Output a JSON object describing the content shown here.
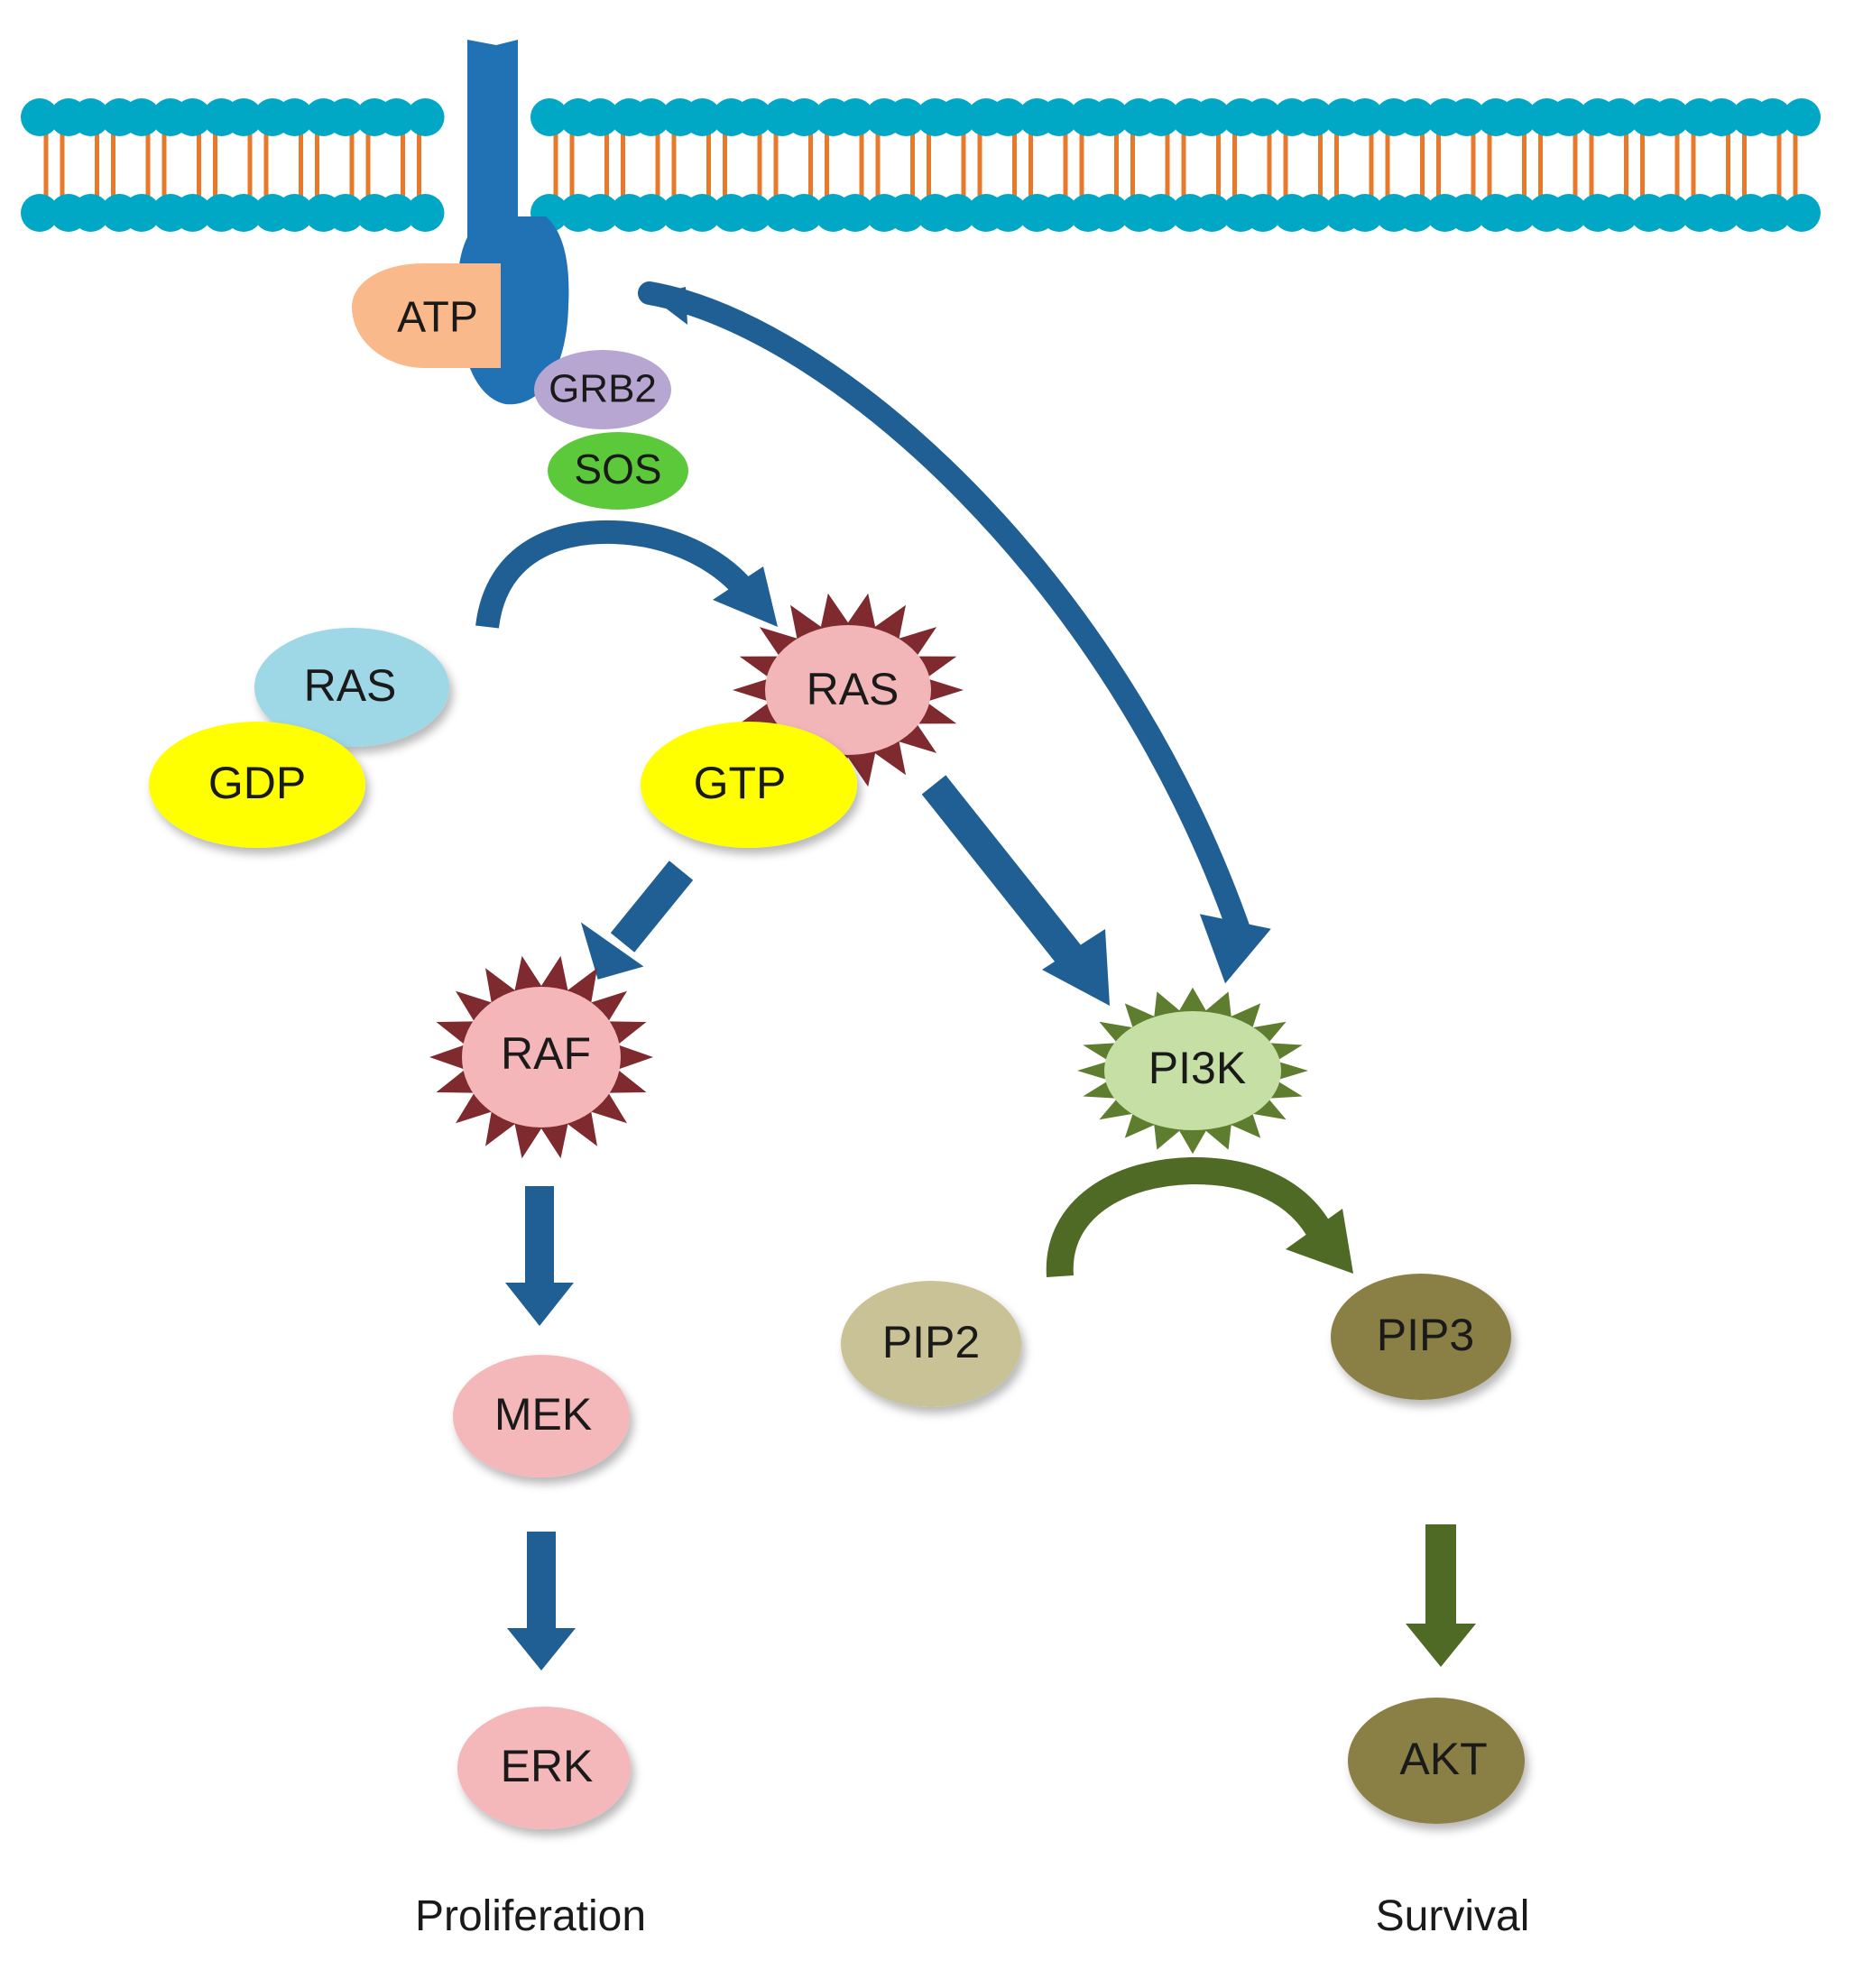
{
  "nodes": {
    "atp": "ATP",
    "grb2": "GRB2",
    "sos": "SOS",
    "ras_inactive": "RAS",
    "gdp": "GDP",
    "ras_active": "RAS",
    "gtp": "GTP",
    "raf": "RAF",
    "pi3k": "PI3K",
    "mek": "MEK",
    "erk": "ERK",
    "pip2": "PIP2",
    "pip3": "PIP3",
    "akt": "AKT"
  },
  "outcomes": {
    "left": "Proliferation",
    "right": "Survival"
  },
  "colors": {
    "membrane_head": "#00a8c6",
    "membrane_tail": "#e8782a",
    "receptor": "#2171b5",
    "arrow_blue": "#1f5f94",
    "arrow_green": "#4e6a24",
    "atp": "#f9b98a",
    "grb2": "#b7a6d2",
    "sos": "#5cc93a",
    "ras_inactive": "#9ed8e6",
    "gdp_gtp": "#ffff00",
    "ras_active": "#f3b6b8",
    "spike_red": "#7f2a2f",
    "raf": "#f4b6b8",
    "pi3k": "#c6dfa5",
    "spike_green": "#5e7d2e",
    "mek_erk": "#f5b8ba",
    "pip2": "#c9c296",
    "pip3_akt": "#8a7f45"
  }
}
